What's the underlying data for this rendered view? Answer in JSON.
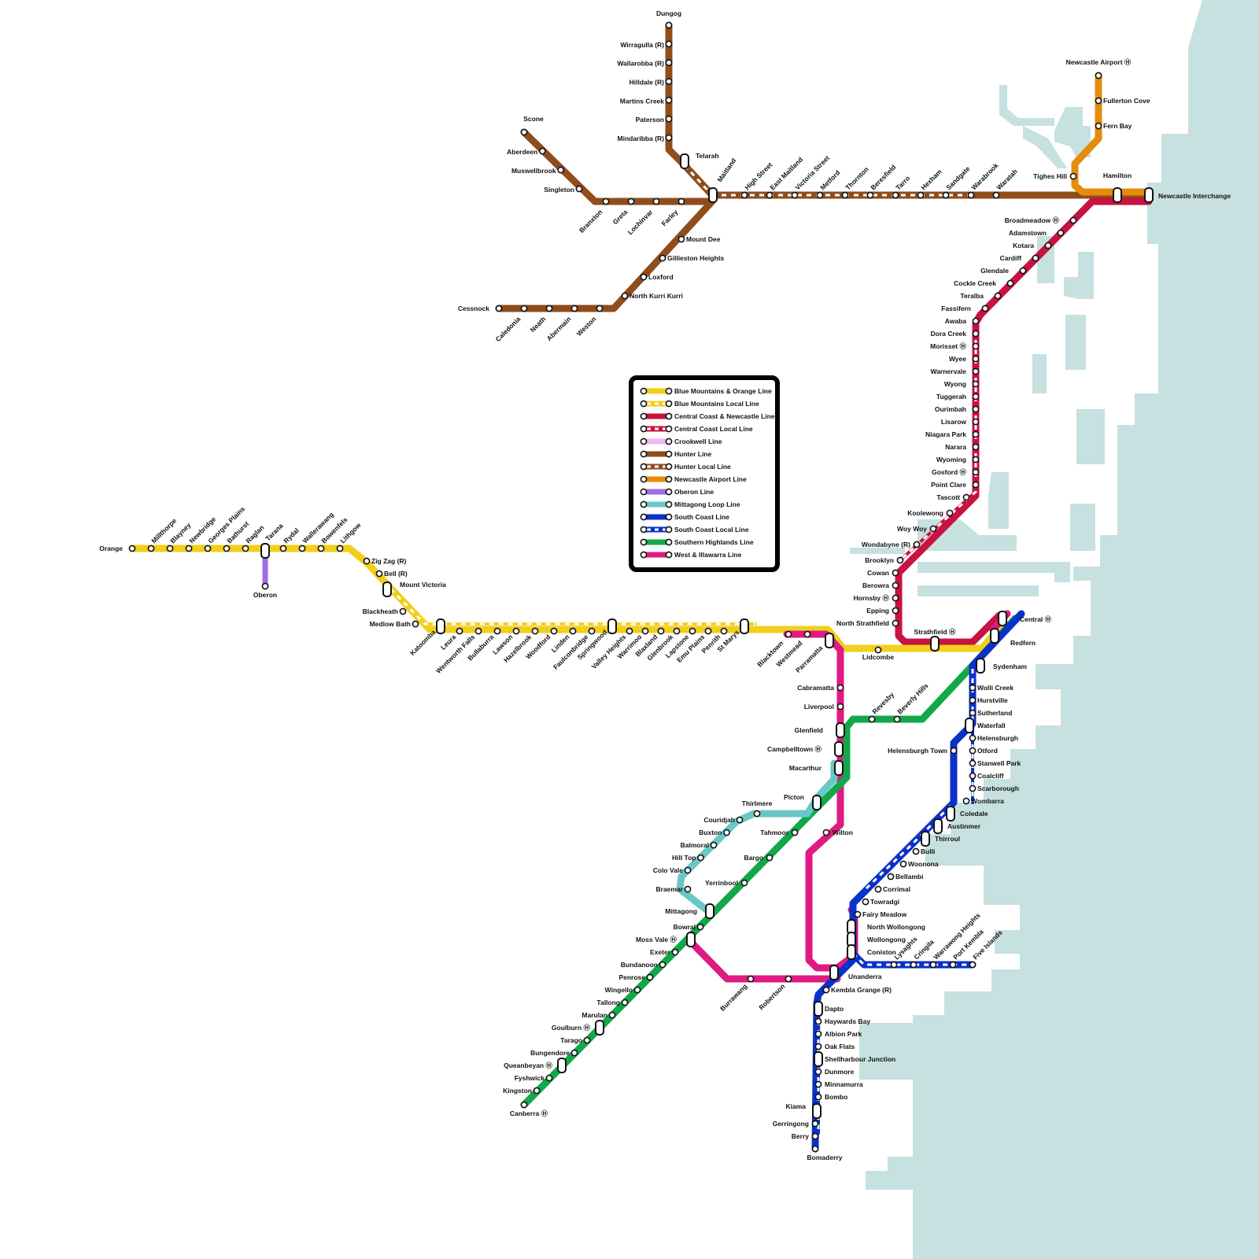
{
  "colors": {
    "water": "#c6e1df",
    "blue_mountains": "#f1cf1b",
    "central_coast": "#c8123f",
    "crookwell": "#f3b6f0",
    "hunter": "#8f4d1c",
    "newcastle_airport": "#e48c0b",
    "oberon": "#9c6ee2",
    "mittagong_loop": "#6bc7c6",
    "south_coast": "#0a31c9",
    "southern_highlands": "#12a84a",
    "west_illawarra": "#e01a83"
  },
  "legend": [
    {
      "label": "Blue Mountains & Orange Line",
      "color": "#f1cf1b",
      "dashed": false
    },
    {
      "label": "Blue Mountains Local Line",
      "color": "#f1cf1b",
      "dashed": true
    },
    {
      "label": "Central Coast & Newcastle Line",
      "color": "#c8123f",
      "dashed": false
    },
    {
      "label": "Central Coast Local Line",
      "color": "#c8123f",
      "dashed": true
    },
    {
      "label": "Crookwell Line",
      "color": "#f3b6f0",
      "dashed": false
    },
    {
      "label": "Hunter Line",
      "color": "#8f4d1c",
      "dashed": false
    },
    {
      "label": "Hunter Local Line",
      "color": "#8f4d1c",
      "dashed": true
    },
    {
      "label": "Newcastle Airport Line",
      "color": "#e48c0b",
      "dashed": false
    },
    {
      "label": "Oberon Line",
      "color": "#9c6ee2",
      "dashed": false
    },
    {
      "label": "Mittagong Loop Line",
      "color": "#6bc7c6",
      "dashed": false
    },
    {
      "label": "South Coast Line",
      "color": "#0a31c9",
      "dashed": false
    },
    {
      "label": "South Coast Local Line",
      "color": "#0a31c9",
      "dashed": true
    },
    {
      "label": "Southern Highlands Line",
      "color": "#12a84a",
      "dashed": false
    },
    {
      "label": "West & Illawarra Line",
      "color": "#e01a83",
      "dashed": false
    }
  ],
  "stations": {
    "hunter_north": [
      "Dungog",
      "Wirragulla (R)",
      "Wallarobba (R)",
      "Hilldale (R)",
      "Martins Creek",
      "Paterson",
      "Mindaribba (R)",
      "Telarah",
      "Maitland"
    ],
    "hunter_west": [
      "Scone",
      "Aberdeen",
      "Muswellbrook",
      "Singleton",
      "Branxton",
      "Greta",
      "Lochinvar",
      "Farley"
    ],
    "hunter_east": [
      "High Street",
      "East Maitland",
      "Victoria Street",
      "Metford",
      "Thornton",
      "Beresfield",
      "Tarro",
      "Hexham",
      "Sandgate",
      "Warabrook",
      "Waratah",
      "Hamilton",
      "Newcastle Interchange"
    ],
    "cessnock": [
      "Mount Dee",
      "Gillieston Heights",
      "Loxford",
      "North Kurri Kurri",
      "Weston",
      "Abermain",
      "Neath",
      "Caledonia",
      "Cessnock"
    ],
    "airport": [
      "Newcastle Airport Ⓗ",
      "Fullerton Cove",
      "Fern Bay",
      "Tighes Hill"
    ],
    "central_coast": [
      "Broadmeadow Ⓗ",
      "Adamstown",
      "Kotara",
      "Cardiff",
      "Glendale",
      "Cockle Creek",
      "Teralba",
      "Fassifern",
      "Awaba",
      "Dora Creek",
      "Morisset Ⓗ",
      "Wyee",
      "Warnervale",
      "Wyong",
      "Tuggerah",
      "Ourimbah",
      "Lisarow",
      "Niagara Park",
      "Narara",
      "Wyoming",
      "Gosford Ⓗ",
      "Point Clare",
      "Tascott",
      "Koolewong",
      "Woy Woy",
      "Wondabyne (R)",
      "Brooklyn",
      "Cowan",
      "Berowra",
      "Hornsby Ⓗ",
      "Epping",
      "North Strathfield",
      "Strathfield Ⓗ",
      "Central Ⓗ"
    ],
    "blue_mountains": [
      "Orange",
      "Millthorpe",
      "Blayney",
      "Newbridge",
      "Georges Plains",
      "Bathurst",
      "Raglan",
      "Tarana",
      "Rydal",
      "Wallerawang",
      "Bowenfels",
      "Lithgow",
      "Zig Zag (R)",
      "Bell (R)",
      "Mount Victoria",
      "Blackheath",
      "Medlow Bath",
      "Katoomba",
      "Leura",
      "Wentworth Falls",
      "Bullaburra",
      "Lawson",
      "Hazelbrook",
      "Woodford",
      "Linden",
      "Faulconbridge",
      "Springwood",
      "Valley Heights",
      "Warrimoo",
      "Blaxland",
      "Glenbrook",
      "Lapstone",
      "Emu Plains",
      "Penrith",
      "St Marys",
      "Blacktown",
      "Westmead",
      "Parramatta",
      "Lidcombe",
      "Redfern"
    ],
    "oberon": [
      "Oberon"
    ],
    "west_illawarra": [
      "Cabramatta",
      "Liverpool",
      "Glenfield",
      "Campbelltown Ⓗ",
      "Macarthur",
      "Wilton",
      "Burrawang",
      "Robertson"
    ],
    "southern_highlands": [
      "Revesby",
      "Beverly Hills",
      "Picton",
      "Tahmoor",
      "Bargo",
      "Yerrinbool",
      "Mittagong",
      "Bowral",
      "Moss Vale Ⓗ",
      "Exeter",
      "Bundanoon",
      "Penrose",
      "Wingello",
      "Tallong",
      "Marulan",
      "Goulburn Ⓗ",
      "Tarago",
      "Bungendore",
      "Queanbeyan Ⓗ",
      "Fyshwick",
      "Kingston",
      "Canberra Ⓗ"
    ],
    "mittagong_loop": [
      "Thirlmere",
      "Couridjah",
      "Buxton",
      "Balmoral",
      "Hill Top",
      "Colo Vale",
      "Braemar"
    ],
    "south_coast": [
      "Sydenham",
      "Wolli Creek",
      "Hurstville",
      "Sutherland",
      "Waterfall",
      "Helensburgh",
      "Helensburgh Town",
      "Otford",
      "Stanwell Park",
      "Coalcliff",
      "Scarborough",
      "Wombarra",
      "Coledale",
      "Austinmer",
      "Thirroul",
      "Bulli",
      "Woonona",
      "Bellambi",
      "Corrimal",
      "Towradgi",
      "Fairy Meadow",
      "North Wollongong",
      "Wollongong",
      "Coniston",
      "Unanderra",
      "Kembla Grange (R)",
      "Dapto",
      "Haywards Bay",
      "Albion Park",
      "Oak Flats",
      "Shellharbour Junction",
      "Dunmore",
      "Minnamurra",
      "Bombo",
      "Kiama",
      "Gerringong",
      "Berry",
      "Bomaderry"
    ],
    "port_kembla": [
      "Lysaghts",
      "Cringila",
      "Warrawong Heights",
      "Port Kembla",
      "Five Islands"
    ]
  }
}
